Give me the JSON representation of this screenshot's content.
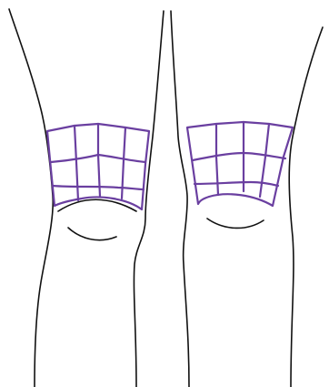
{
  "colors": {
    "background": "#ffffff",
    "outline": "#111111",
    "grid": "#6a3fa0"
  },
  "illustration": {
    "subject": "legs-knees-front-view",
    "grids": [
      {
        "side": "left",
        "rows": 3,
        "columns": 4
      },
      {
        "side": "right",
        "rows": 3,
        "columns": 4
      }
    ]
  }
}
